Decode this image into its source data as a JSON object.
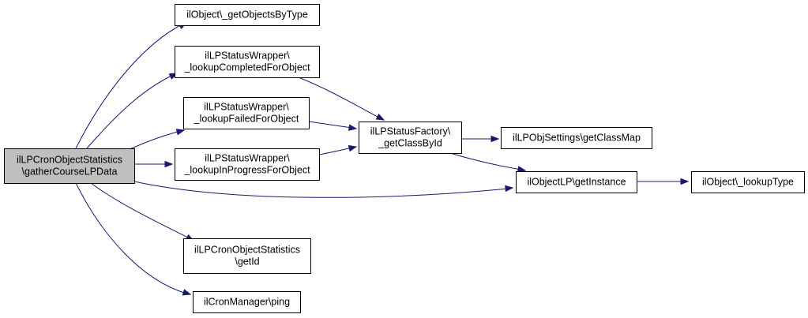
{
  "colors": {
    "node_fill": "#ffffff",
    "root_fill": "#bfbfbf",
    "node_border": "#000000",
    "edge": "#191970",
    "background": "#ffffff"
  },
  "nodes": {
    "root": {
      "lines": [
        "ilLPCronObjectStatistics",
        "\\gatherCourseLPData"
      ]
    },
    "getObjectsByType": {
      "lines": [
        "ilObject\\_getObjectsByType"
      ]
    },
    "lookupCompleted": {
      "lines": [
        "ilLPStatusWrapper\\",
        "_lookupCompletedForObject"
      ]
    },
    "lookupFailed": {
      "lines": [
        "ilLPStatusWrapper\\",
        "_lookupFailedForObject"
      ]
    },
    "lookupInProgress": {
      "lines": [
        "ilLPStatusWrapper\\",
        "_lookupInProgressForObject"
      ]
    },
    "getClassById": {
      "lines": [
        "ilLPStatusFactory\\",
        "_getClassById"
      ]
    },
    "getClassMap": {
      "lines": [
        "ilLPObjSettings\\getClassMap"
      ]
    },
    "getInstance": {
      "lines": [
        "ilObjectLP\\getInstance"
      ]
    },
    "lookupType": {
      "lines": [
        "ilObject\\_lookupType"
      ]
    },
    "getId": {
      "lines": [
        "ilLPCronObjectStatistics",
        "\\getId"
      ]
    },
    "ping": {
      "lines": [
        "ilCronManager\\ping"
      ]
    }
  },
  "edges": [
    {
      "from": "root",
      "to": "getObjectsByType"
    },
    {
      "from": "root",
      "to": "lookupCompleted"
    },
    {
      "from": "root",
      "to": "lookupFailed"
    },
    {
      "from": "root",
      "to": "lookupInProgress"
    },
    {
      "from": "root",
      "to": "getInstance"
    },
    {
      "from": "root",
      "to": "getId"
    },
    {
      "from": "root",
      "to": "ping"
    },
    {
      "from": "lookupCompleted",
      "to": "getClassById"
    },
    {
      "from": "lookupFailed",
      "to": "getClassById"
    },
    {
      "from": "lookupInProgress",
      "to": "getClassById"
    },
    {
      "from": "getClassById",
      "to": "getClassMap"
    },
    {
      "from": "getClassById",
      "to": "getInstance"
    },
    {
      "from": "getInstance",
      "to": "lookupType"
    }
  ]
}
